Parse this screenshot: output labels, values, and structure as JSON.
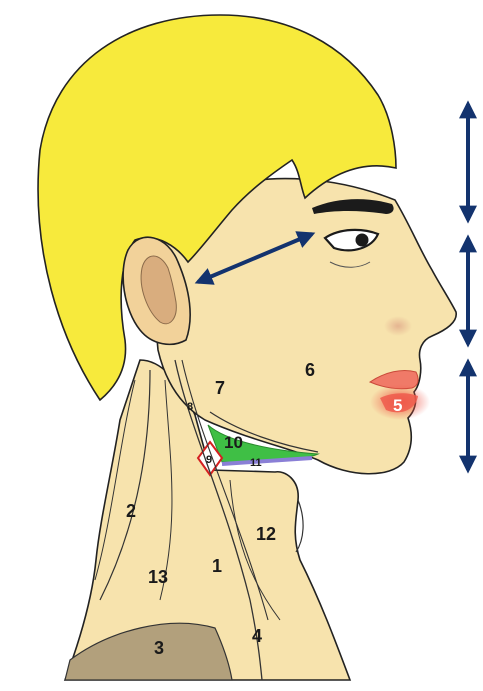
{
  "diagram": {
    "labels": {
      "n1": "1",
      "n2": "2",
      "n3": "3",
      "n4": "4",
      "n5": "5",
      "n6": "6",
      "n7": "7",
      "n8": "8",
      "n9": "9",
      "n10": "10",
      "n11": "11",
      "n12": "12",
      "n13": "13"
    },
    "colors": {
      "hair": "#f7ea3c",
      "skin": "#f7e3ad",
      "outline": "#222222",
      "arrow": "#13336e",
      "lips": "#f07a68",
      "lip_region": "#ee5a4c",
      "region_10": "#3fbf45",
      "region_11": "#8a7fd6",
      "region_9_outline": "#d42020",
      "region_3": "#b2a07c",
      "ear": "#d9ad7e",
      "eyebrow": "#1b1b1b"
    }
  }
}
